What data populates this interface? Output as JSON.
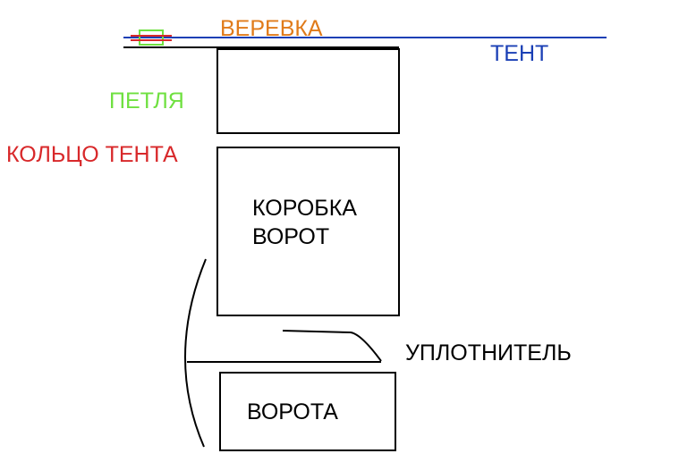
{
  "labels": {
    "rope": "ВЕРЕВКА",
    "tent": "ТЕНТ",
    "loop": "ПЕТЛЯ",
    "tent_ring": "КОЛЬЦО ТЕНТА",
    "gate_frame_line1": "КОРОБКА",
    "gate_frame_line2": "ВОРОТ",
    "seal": "УПЛОТНИТЕЛЬ",
    "gate": "ВОРОТА"
  },
  "colors": {
    "rope": "#e07b1a",
    "tent": "#1a3fb5",
    "loop": "#6fe040",
    "tent_ring": "#d8282a",
    "outline": "#000000",
    "background": "#ffffff"
  }
}
